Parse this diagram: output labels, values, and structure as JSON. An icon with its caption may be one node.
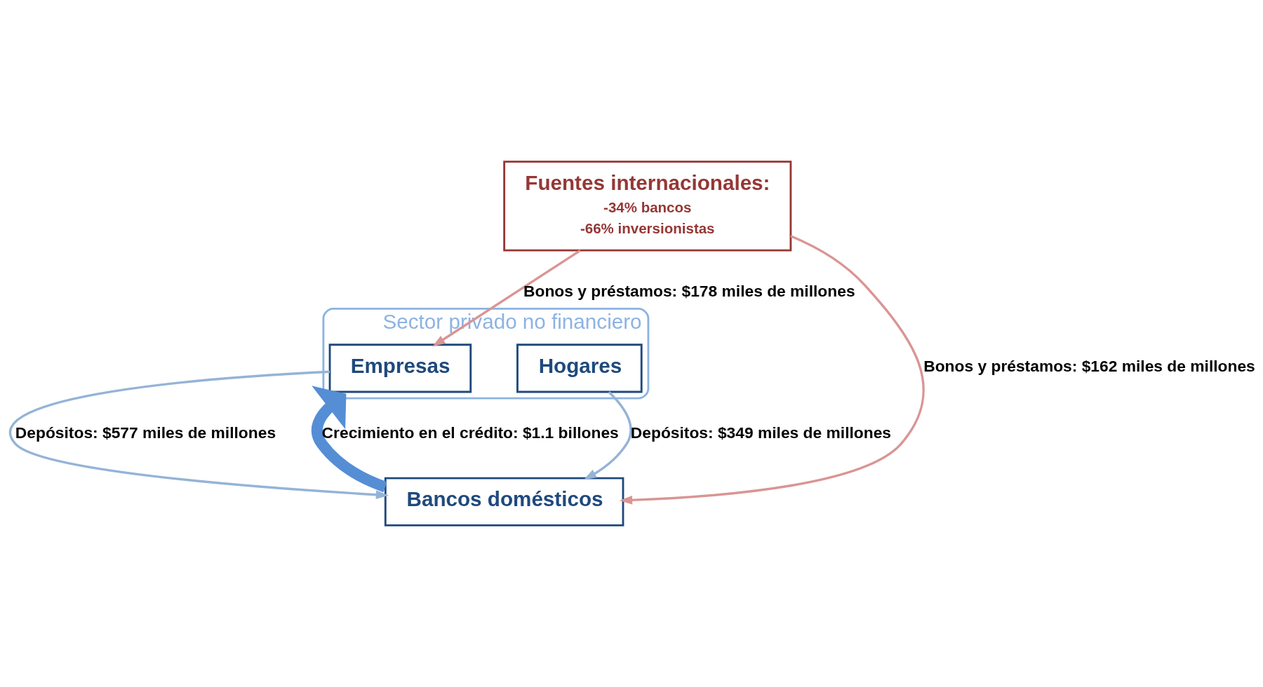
{
  "diagram": {
    "nodes": [
      {
        "text": [
          "Sector privado no financiero"
        ]
      },
      {
        "text": [
          "Empresas"
        ],
        "in": 0
      },
      {
        "text": [
          "Hogares"
        ],
        "in": 0
      },
      {
        "text": [
          "Fuentes internacionales:",
          "-34% bancos",
          "-66% inversionistas"
        ]
      },
      {
        "text": [
          "Bancos domésticos"
        ]
      }
    ],
    "edges": [
      {
        "from": 3,
        "to": 1,
        "arrow": "to",
        "label": "Bonos y préstamos: $178 miles de millones",
        "color": "#d99594"
      },
      {
        "from": 3,
        "to": 4,
        "arrow": "to",
        "label": "Bonos y préstamos: $162 miles de millones",
        "color": "#d99594"
      },
      {
        "from": 1,
        "to": 4,
        "arrow": "to",
        "label": "Depósitos: $577 miles de millones",
        "color": "#95b3d7"
      },
      {
        "from": 2,
        "to": 4,
        "arrow": "to",
        "label": "Depósitos: $349 miles de millones",
        "color": "#95b3d7"
      },
      {
        "from": 4,
        "to": 0,
        "arrow": "to",
        "label": "Crecimiento en el crédito: $1.1 billones",
        "style": "thick",
        "color": "#558ed5"
      }
    ]
  }
}
